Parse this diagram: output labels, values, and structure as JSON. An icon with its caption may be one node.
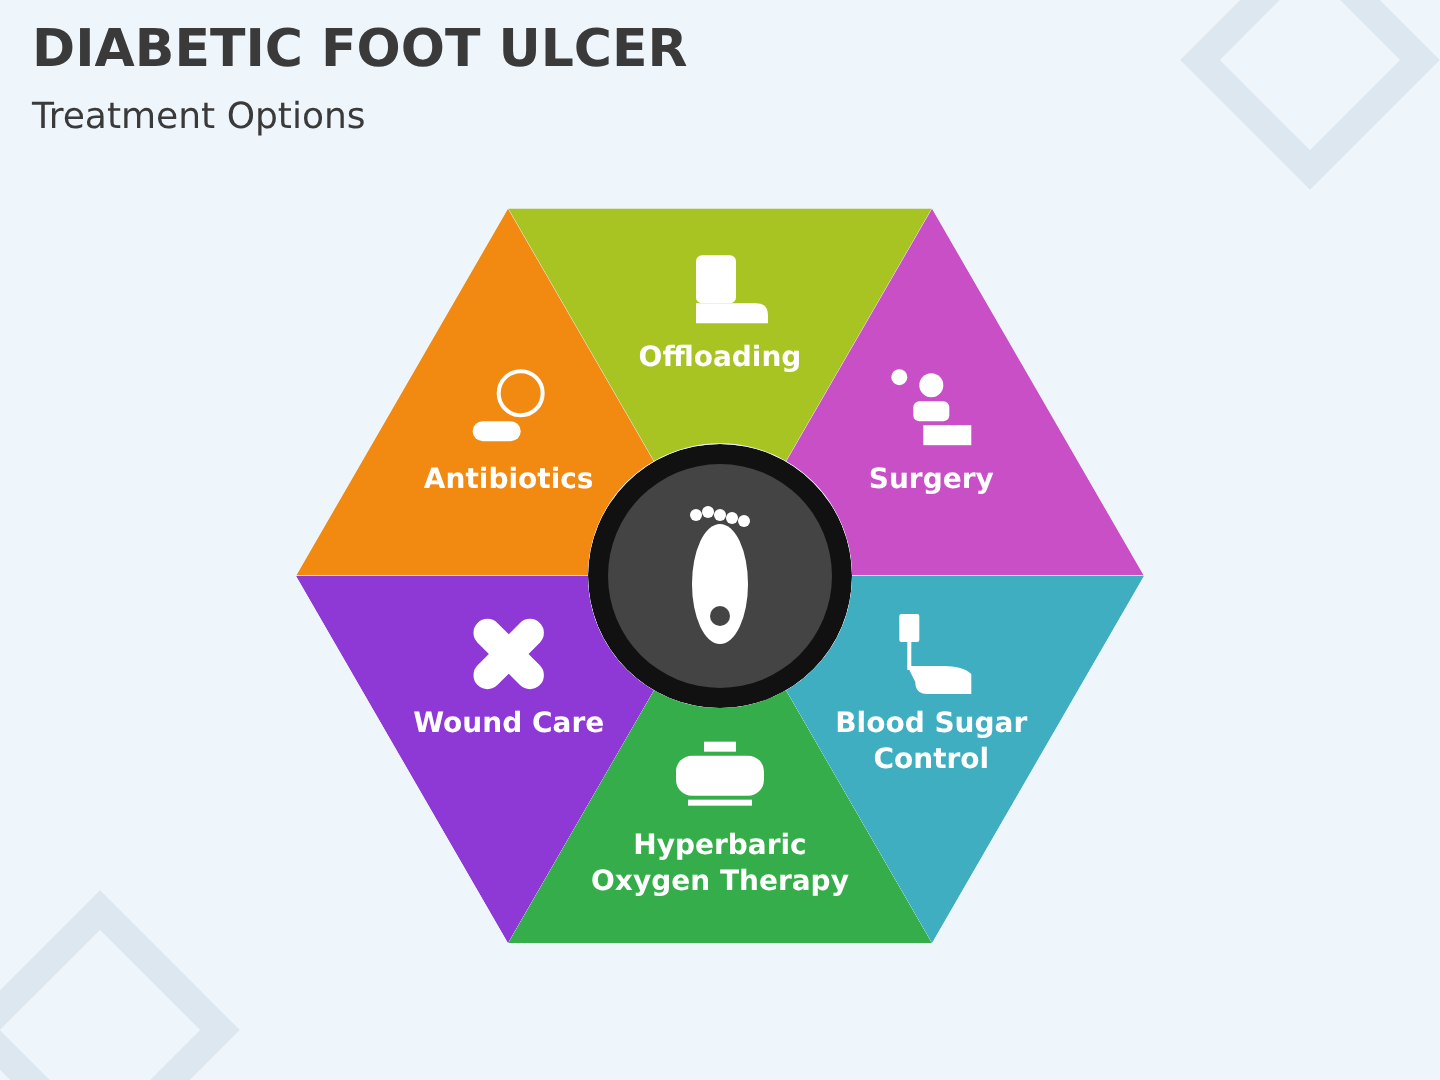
{
  "diagram": {
    "title": "DIABETIC FOOT ULCER",
    "nodes": [
      {
        "text": [
          "Offloading"
        ]
      },
      {
        "text": [
          "Antibiotics"
        ]
      },
      {
        "text": [
          "Surgery"
        ]
      },
      {
        "text": [],
        "shape": "circle"
      },
      {
        "text": [
          "Wound Care"
        ]
      },
      {
        "text": [
          "Blood Sugar Control"
        ]
      },
      {
        "text": [
          "Hyperbaric Oxygen Therapy"
        ]
      }
    ],
    "labels": [
      "Treatment Options"
    ]
  }
}
